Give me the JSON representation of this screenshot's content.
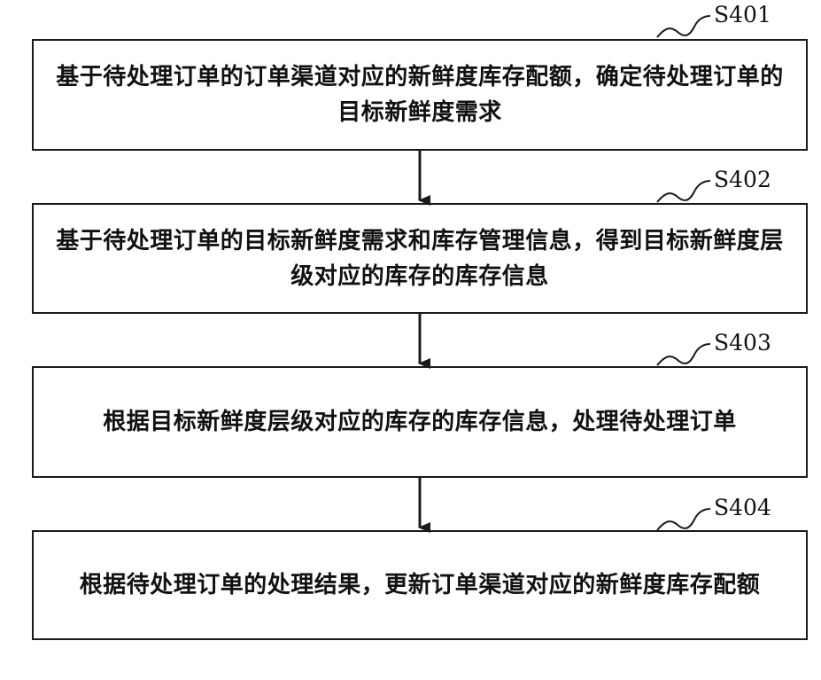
{
  "steps": [
    {
      "label": "S401",
      "text": "基于待处理订单的订单渠道对应的新鲜度库存配额，确定待处理订单的目标新鲜度需求"
    },
    {
      "label": "S402",
      "text": "基于待处理订单的目标新鲜度需求和库存管理信息，得到目标新鲜度层级对应的库存的库存信息"
    },
    {
      "label": "S403",
      "text": "根据目标新鲜度层级对应的库存的库存信息，处理待处理订单"
    },
    {
      "label": "S404",
      "text": "根据待处理订单的处理结果，更新订单渠道对应的新鲜度库存配额"
    }
  ]
}
